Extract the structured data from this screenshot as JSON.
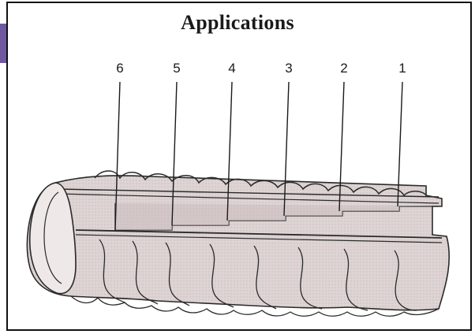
{
  "title": "Applications",
  "layer_labels": [
    "6",
    "5",
    "4",
    "3",
    "2",
    "1"
  ],
  "colors": {
    "frame": "#111111",
    "accent": "#6f5aa0",
    "pipe_fill": "#ddd3d3",
    "pipe_shade": "#cbbcbc",
    "outline": "#2a2a2a"
  }
}
